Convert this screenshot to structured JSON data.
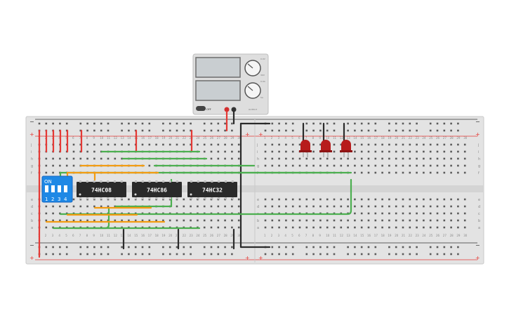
{
  "power_supply": {
    "knob_top_marks": [
      "0.0V",
      "30V"
    ],
    "knob_bottom_marks": [
      "0.0A",
      "5A"
    ],
    "off_label": "OFF",
    "output_label": "OUTPUT",
    "colors": {
      "body": "#e0e0e0",
      "display": "#c8cdd0",
      "positive": "#d32f2f",
      "negative": "#333333"
    }
  },
  "breadboard": {
    "rail_plus": "+",
    "rail_minus": "−",
    "rows_top": [
      "j",
      "i",
      "h",
      "g",
      "f"
    ],
    "rows_bottom": [
      "e",
      "d",
      "c",
      "b",
      "a"
    ],
    "columns": 30,
    "colors": {
      "board": "#e3e3e3",
      "hole": "#5a5a5a",
      "rail_red": "#e53935",
      "rail_dark": "#333333"
    }
  },
  "dip_switch": {
    "on_label": "ON",
    "numbers": [
      "1",
      "2",
      "3",
      "4"
    ],
    "color": "#1e88e5"
  },
  "chips": [
    {
      "label": "74HC08"
    },
    {
      "label": "74HC86"
    },
    {
      "label": "74HC32"
    }
  ],
  "leds": {
    "count": 3,
    "color": "#b71c1c"
  },
  "wire_colors": {
    "red": "#e53935",
    "orange": "#f39c12",
    "green": "#4caf50",
    "black": "#2b2b2b"
  }
}
